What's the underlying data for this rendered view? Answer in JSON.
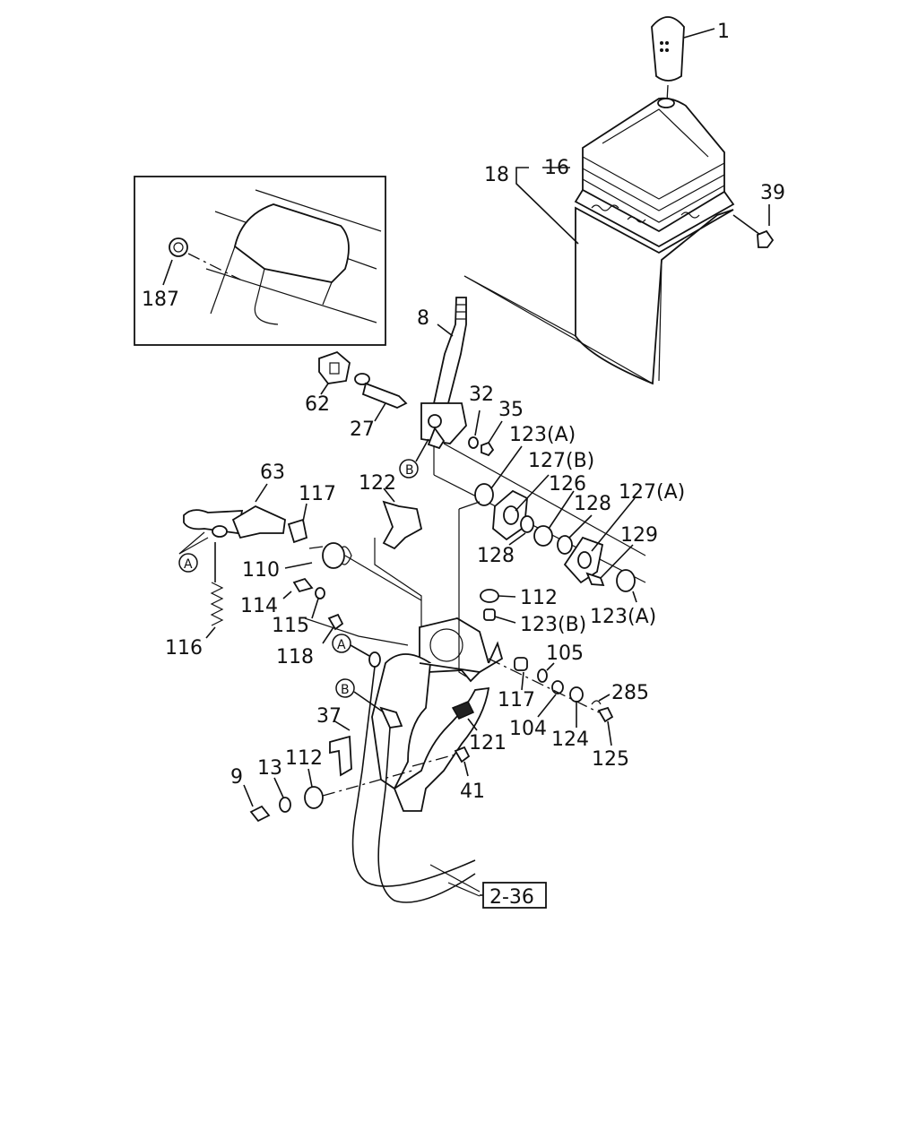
{
  "callouts": {
    "p1": "1",
    "p16": "16",
    "p18": "18",
    "p39": "39",
    "p187": "187",
    "p8": "8",
    "p62": "62",
    "p27": "27",
    "p32": "32",
    "p35": "35",
    "p123a_top": "123(A)",
    "p127b": "127(B)",
    "p126": "126",
    "p128_top": "128",
    "p127a": "127(A)",
    "p128_low": "128",
    "p129": "129",
    "p123a_low": "123(A)",
    "p63": "63",
    "p117_top": "117",
    "p122": "122",
    "p110": "110",
    "p114": "114",
    "p115": "115",
    "p116": "116",
    "p118": "118",
    "p112_top": "112",
    "p123b": "123(B)",
    "p105": "105",
    "p117_low": "117",
    "p285": "285",
    "p104": "104",
    "p124": "124",
    "p125": "125",
    "p121": "121",
    "p37": "37",
    "p13": "13",
    "p112_low": "112",
    "p9": "9",
    "p41": "41",
    "ref_2_36": "2-36"
  },
  "markers": {
    "a_left": "A",
    "a_mid": "A",
    "b_upper": "B",
    "b_lower": "B"
  }
}
